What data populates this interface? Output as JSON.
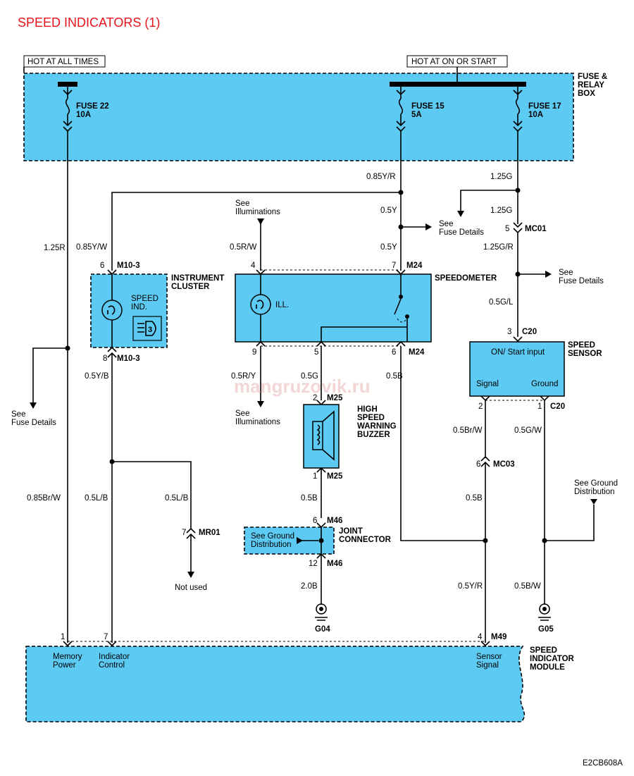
{
  "title": "SPEED INDICATORS (1)",
  "doc_code": "E2CB608A",
  "watermark": "mangruzovik.ru",
  "hot_at_all_times": "HOT AT ALL TIMES",
  "hot_at_on_or_start": "HOT AT ON OR START",
  "fuse_box": {
    "name_line1": "FUSE &",
    "name_line2": "RELAY",
    "name_line3": "BOX"
  },
  "fuses": {
    "f22": {
      "name": "FUSE 22",
      "rating": "10A"
    },
    "f15": {
      "name": "FUSE 15",
      "rating": "5A"
    },
    "f17": {
      "name": "FUSE 17",
      "rating": "10A"
    }
  },
  "wires": {
    "w_125r": "1.25R",
    "w_085yr": "0.85Y/R",
    "w_05y_a": "0.5Y",
    "w_05y_b": "0.5Y",
    "w_125g_a": "1.25G",
    "w_125g_b": "1.25G",
    "w_125gr": "1.25G/R",
    "w_05gl": "0.5G/L",
    "w_085yw": "0.85Y/W",
    "w_05rw": "0.5R/W",
    "w_05yb": "0.5Y/B",
    "w_05ry": "0.5R/Y",
    "w_05g": "0.5G",
    "w_05b_a": "0.5B",
    "w_05brw": "0.5Br/W",
    "w_05gw": "0.5G/W",
    "w_085brw": "0.85Br/W",
    "w_05lb_a": "0.5L/B",
    "w_05lb_b": "0.5L/B",
    "w_05b_b": "0.5B",
    "w_05b_c": "0.5B",
    "w_20b": "2.0B",
    "w_05yr": "0.5Y/R",
    "w_05bw": "0.5B/W"
  },
  "connectors": {
    "m10_3_top": "M10-3",
    "m10_3_bot": "M10-3",
    "m24_top": "M24",
    "m24_bot": "M24",
    "mc01": "MC01",
    "c20_top": "C20",
    "c20_bot": "C20",
    "m25_top": "M25",
    "m25_bot": "M25",
    "mc03": "MC03",
    "mr01": "MR01",
    "m46_top": "M46",
    "m46_bot": "M46",
    "m49": "M49",
    "g04": "G04",
    "g05": "G05"
  },
  "pins": {
    "p6a": "6",
    "p8": "8",
    "p4": "4",
    "p7a": "7",
    "p9": "9",
    "p5a": "5",
    "p6b": "6",
    "p5b": "5",
    "p3": "3",
    "p2a": "2",
    "p1a": "1",
    "p2b": "2",
    "p1b": "1",
    "p6c": "6",
    "p7b": "7",
    "p6d": "6",
    "p12": "12",
    "p1c": "1",
    "p7c": "7",
    "p4b": "4"
  },
  "notes": {
    "see_illum_top_1": "See",
    "see_illum_top_2": "Illuminations",
    "see_illum_bot_1": "See",
    "see_illum_bot_2": "Illuminations",
    "fuse_det_a_1": "See",
    "fuse_det_a_2": "Fuse Details",
    "fuse_det_b_1": "See",
    "fuse_det_b_2": "Fuse Details",
    "fuse_det_c_1": "See",
    "fuse_det_c_2": "Fuse Details",
    "ground_dist_1": "See Ground",
    "ground_dist_2": "Distribution",
    "gd_box_1": "See Ground",
    "gd_box_2": "Distribution",
    "not_used": "Not used"
  },
  "components": {
    "instrument_cluster_1": "INSTRUMENT",
    "instrument_cluster_2": "CLUSTER",
    "speed_ind_1": "SPEED",
    "speed_ind_2": "IND.",
    "speed_ind_num": "3",
    "speedometer": "SPEEDOMETER",
    "ill": "ILL.",
    "speed_sensor_1": "SPEED",
    "speed_sensor_2": "SENSOR",
    "on_start_input": "ON/ Start input",
    "signal": "Signal",
    "ground": "Ground",
    "buzzer_1": "HIGH",
    "buzzer_2": "SPEED",
    "buzzer_3": "WARNING",
    "buzzer_4": "BUZZER",
    "joint_1": "JOINT",
    "joint_2": "CONNECTOR",
    "module_1": "SPEED",
    "module_2": "INDICATOR",
    "module_3": "MODULE",
    "memory_1": "Memory",
    "memory_2": "Power",
    "indicator_1": "Indicator",
    "indicator_2": "Control",
    "sensor_sig_1": "Sensor",
    "sensor_sig_2": "Signal"
  }
}
